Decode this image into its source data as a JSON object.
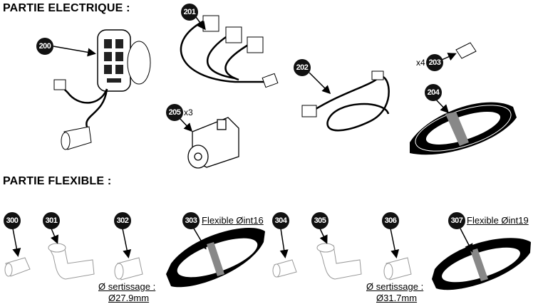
{
  "sections": {
    "electric": "PARTIE ELECTRIQUE :",
    "flexible": "PARTIE FLEXIBLE :"
  },
  "parts": {
    "p200": {
      "ref": "200"
    },
    "p201": {
      "ref": "201"
    },
    "p202": {
      "ref": "202"
    },
    "p203": {
      "ref": "203",
      "qty": "x4"
    },
    "p204": {
      "ref": "204"
    },
    "p205": {
      "ref": "205",
      "qty": "x3"
    },
    "p300": {
      "ref": "300"
    },
    "p301": {
      "ref": "301"
    },
    "p302": {
      "ref": "302",
      "note_line1": "Ø sertissage :",
      "note_line2": "Ø27.9mm"
    },
    "p303": {
      "ref": "303",
      "label": "Flexible Øint16"
    },
    "p304": {
      "ref": "304"
    },
    "p305": {
      "ref": "305"
    },
    "p306": {
      "ref": "306",
      "note_line1": "Ø sertissage :",
      "note_line2": "Ø31.7mm"
    },
    "p307": {
      "ref": "307",
      "label": "Flexible Øint19"
    }
  }
}
